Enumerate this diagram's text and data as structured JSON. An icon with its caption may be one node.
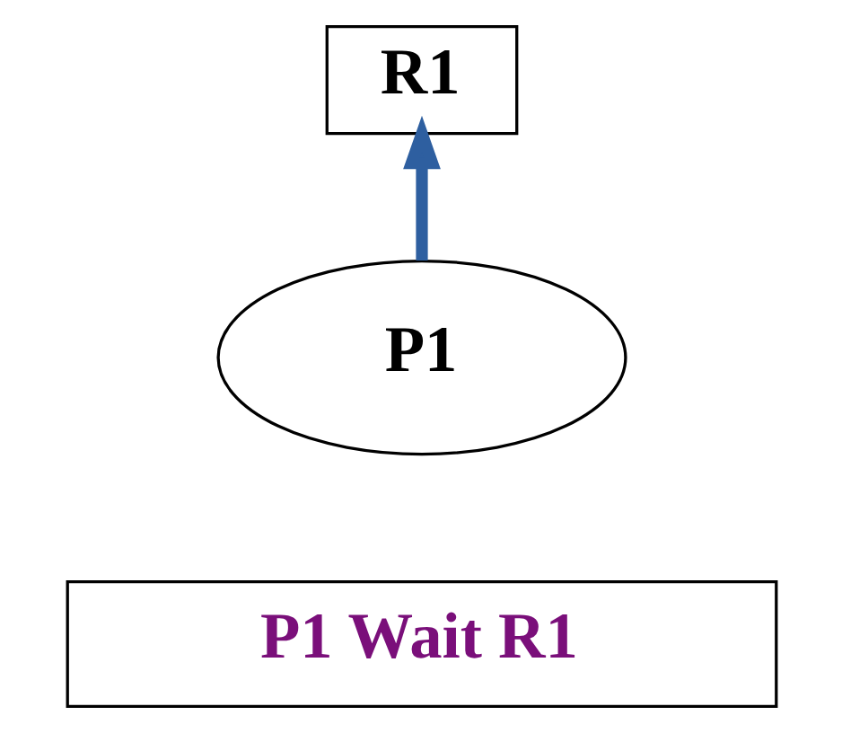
{
  "diagram": {
    "nodes": [
      {
        "text": [
          "R1"
        ]
      },
      {
        "text": [
          "P1"
        ]
      },
      {
        "text": [
          "P1 Wait R1"
        ]
      }
    ],
    "edges": [
      {
        "from": 1,
        "to": 0,
        "arrow": "to",
        "color": "#2e5fa0"
      }
    ]
  }
}
